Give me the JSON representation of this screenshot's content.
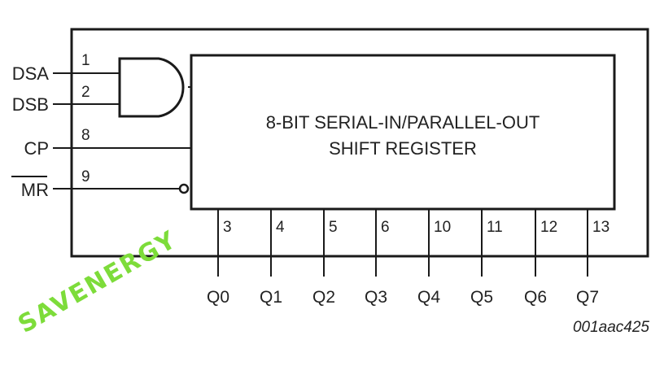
{
  "title_line1": "8-BIT SERIAL-IN/PARALLEL-OUT",
  "title_line2": "SHIFT REGISTER",
  "inputs": [
    {
      "name": "DSA",
      "pin": "1"
    },
    {
      "name": "DSB",
      "pin": "2"
    },
    {
      "name": "CP",
      "pin": "8"
    },
    {
      "name": "MR",
      "pin": "9",
      "active_low": true
    }
  ],
  "outputs": [
    {
      "name": "Q0",
      "pin": "3"
    },
    {
      "name": "Q1",
      "pin": "4"
    },
    {
      "name": "Q2",
      "pin": "5"
    },
    {
      "name": "Q3",
      "pin": "6"
    },
    {
      "name": "Q4",
      "pin": "10"
    },
    {
      "name": "Q5",
      "pin": "11"
    },
    {
      "name": "Q6",
      "pin": "12"
    },
    {
      "name": "Q7",
      "pin": "13"
    }
  ],
  "figure_id": "001aac425",
  "watermark": "SAVENERGY",
  "colors": {
    "line": "#1a1a1a",
    "watermark": "#7ddc3a"
  }
}
